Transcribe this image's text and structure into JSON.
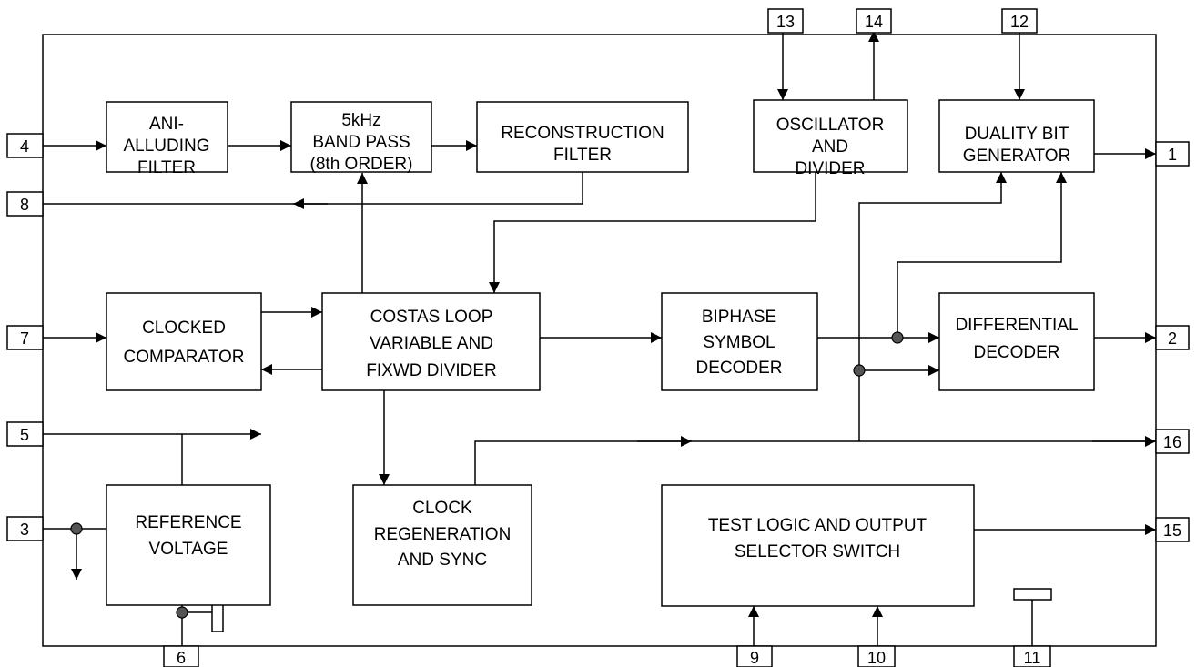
{
  "blocks": {
    "anti_aliasing_filter": [
      "ANI-",
      "ALLUDING",
      "FILTER"
    ],
    "band_pass": [
      "5kHz",
      "BAND PASS",
      "(8th ORDER)"
    ],
    "reconstruction_filter": [
      "RECONSTRUCTION",
      "FILTER"
    ],
    "oscillator": [
      "OSCILLATOR",
      "AND",
      "DIVIDER"
    ],
    "duality_bit": [
      "DUALITY BIT",
      "GENERATOR"
    ],
    "clocked_comparator": [
      "CLOCKED",
      "COMPARATOR"
    ],
    "costas_loop": [
      "COSTAS LOOP",
      "VARIABLE AND",
      "FIXWD DIVIDER"
    ],
    "biphase_decoder": [
      "BIPHASE",
      "SYMBOL",
      "DECODER"
    ],
    "differential_decoder": [
      "DIFFERENTIAL",
      "DECODER"
    ],
    "reference_voltage": [
      "REFERENCE",
      "VOLTAGE"
    ],
    "clock_regeneration": [
      "CLOCK",
      "REGENERATION",
      "AND SYNC"
    ],
    "test_logic": [
      "TEST LOGIC AND OUTPUT",
      "SELECTOR SWITCH"
    ]
  },
  "pins": {
    "p1": "1",
    "p2": "2",
    "p3": "3",
    "p4": "4",
    "p5": "5",
    "p6": "6",
    "p7": "7",
    "p8": "8",
    "p9": "9",
    "p10": "10",
    "p11": "11",
    "p12": "12",
    "p13": "13",
    "p14": "14",
    "p15": "15",
    "p16": "16"
  }
}
